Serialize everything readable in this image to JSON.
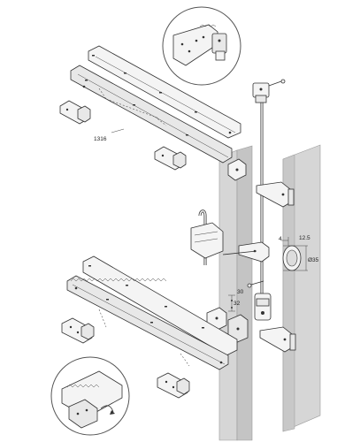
{
  "colors": {
    "panel": "#d6d6d6",
    "line": "#333333",
    "background": "#ffffff"
  },
  "dimensions": {
    "rail_length": "1316",
    "bore_depth": "12.5",
    "edge_offset": "4",
    "bore_diameter": "Ø35",
    "offset_30": "30",
    "offset_32": "32"
  }
}
